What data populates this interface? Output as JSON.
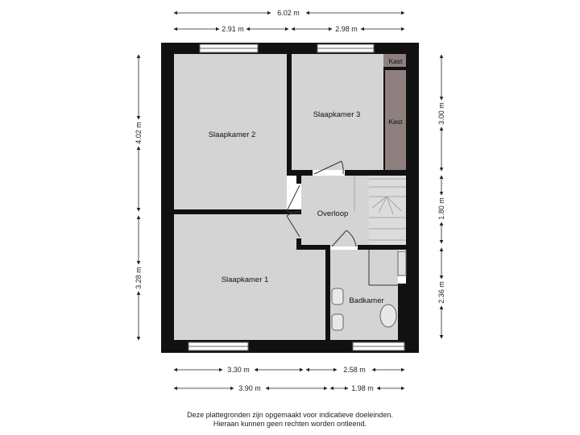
{
  "dimensions": {
    "top_total": "6.02 m",
    "top_left": "2.91 m",
    "top_right": "2.98 m",
    "left_upper": "4.02 m",
    "left_lower": "3.28 m",
    "right_upper": "3.00 m",
    "right_middle": "1.80 m",
    "right_lower": "2.36 m",
    "bottom_row1_left": "3.30 m",
    "bottom_row1_right": "2.58 m",
    "bottom_row2_left": "3.90 m",
    "bottom_row2_right": "1.98 m"
  },
  "rooms": {
    "slaapkamer2": "Slaapkamer 2",
    "slaapkamer3": "Slaapkamer 3",
    "slaapkamer1": "Slaapkamer 1",
    "overloop": "Overloop",
    "badkamer": "Badkamer",
    "kast_top": "Kast",
    "kast_side": "Kast"
  },
  "colors": {
    "wall": "#111111",
    "floor": "#d4d4d4",
    "kast": "#8f7f7f",
    "dimension": "#222222"
  },
  "footer": {
    "line1": "Deze plattegronden zijn opgemaakt voor indicatieve doeleinden.",
    "line2": "Hieraan kunnen geen rechten worden ontleend."
  }
}
